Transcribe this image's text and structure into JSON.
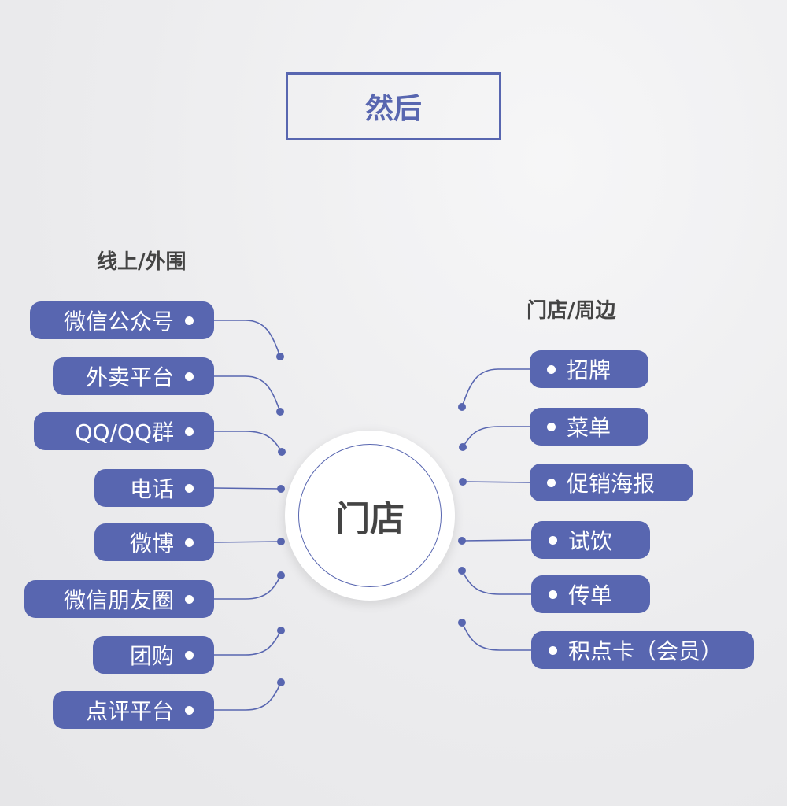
{
  "title": "然后",
  "center": "门店",
  "left": {
    "heading": "线上/外围",
    "items": [
      "微信公众号",
      "外卖平台",
      "QQ/QQ群",
      "电话",
      "微博",
      "微信朋友圈",
      "团购",
      "点评平台"
    ]
  },
  "right": {
    "heading": "门店/周边",
    "items": [
      "招牌",
      "菜单",
      "促销海报",
      "试饮",
      "传单",
      "积点卡（会员）"
    ]
  },
  "colors": {
    "accent": "#5866b0",
    "text": "#444444"
  }
}
